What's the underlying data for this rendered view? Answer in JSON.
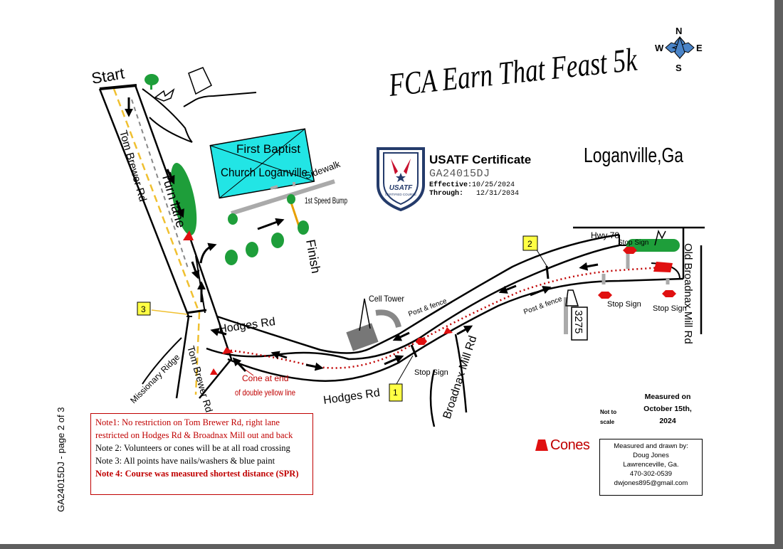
{
  "title": "FCA Earn That Feast 5k",
  "city": "Loganville,Ga",
  "side_label": "GA24015DJ - page 2 of 3",
  "compass": {
    "n": "N",
    "s": "S",
    "e": "E",
    "w": "W"
  },
  "labels": {
    "start": "Start",
    "finish": "Finish",
    "church_line1": "First Baptist",
    "church_line2": "Church Loganville",
    "sidewalk": "Sidewalk",
    "speed_bump": "1st Speed Bump",
    "turn_lane": "Turn lane",
    "tom_brewer_top": "Tom Brewer Rd",
    "tom_brewer_bottom": "Tom Brewer Rd",
    "hodges_top": "Hodges Rd",
    "hodges_bottom": "Hodges Rd",
    "missionary_ridge": "Missionary Ridge",
    "cone_note_line1": "Cone at end",
    "cone_note_line2": "of double yellow line",
    "cell_tower": "Cell Tower",
    "post_fence_1": "Post & fence",
    "post_fence_2": "Post & fence",
    "broadnax": "Broadnax Mill Rd",
    "old_broadnax": "Old Broadnax Mill Rd",
    "hwy78": "Hwy 78",
    "stop_sign_1": "Stop Sign",
    "stop_sign_2": "Stop Sign",
    "stop_sign_3": "Stop Sign",
    "stop_sign_4": "Stop Sign",
    "house_number": "3275",
    "marker_1": "1",
    "marker_2": "2",
    "marker_3": "3"
  },
  "certificate": {
    "title": "USATF Certificate",
    "id": "GA24015DJ",
    "effective_label": "Effective:",
    "effective_date": "10/25/2024",
    "through_label": "Through:",
    "through_date": "12/31/2034",
    "badge": "USATF",
    "badge_sub": "CERTIFIED COURSE"
  },
  "notes": {
    "note1": "Note1: No restriction on Tom Brewer Rd, right lane restricted on Hodges Rd & Broadnax Mill out and back",
    "note2": "Note 2: Volunteers or cones will be at all road crossing",
    "note3": "Note 3: All points have nails/washers & blue paint",
    "note4": "Note 4: Course was measured shortest distance (SPR)"
  },
  "legend": {
    "cones": "Cones"
  },
  "scale": {
    "not_to": "Not to",
    "scale": "scale"
  },
  "measured": {
    "line1": "Measured on",
    "line2": "October 15th,",
    "line3": "2024"
  },
  "credit": {
    "line1": "Measured and drawn by:",
    "line2": "Doug Jones",
    "line3": "Lawrenceville, Ga.",
    "line4": "470-302-0539",
    "line5": "dwjones895@gmail.com"
  },
  "colors": {
    "course_line": "#c00000",
    "church": "#22e5e5",
    "tree": "#1e9e3a",
    "marker": "#ffff44",
    "cone": "#e01010",
    "compass": "#4a84c8"
  }
}
